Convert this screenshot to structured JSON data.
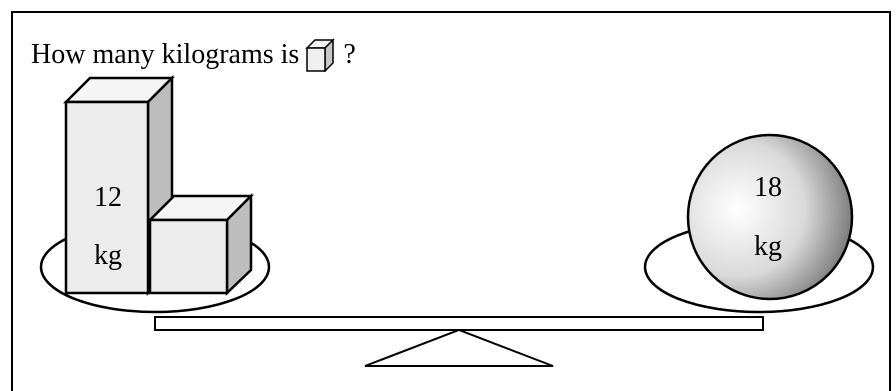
{
  "question": {
    "prefix": "How many kilograms is",
    "suffix": "?"
  },
  "left_pan": {
    "tall_block_value": "12",
    "tall_block_unit": "kg",
    "small_cube": "unknown"
  },
  "right_pan": {
    "ball_value": "18",
    "ball_unit": "kg"
  },
  "colors": {
    "stroke": "#000000",
    "block_front": "#eeeeee",
    "block_side": "#bdbdbd",
    "ball_light": "#ffffff",
    "ball_dark": "#6e6e6e"
  }
}
